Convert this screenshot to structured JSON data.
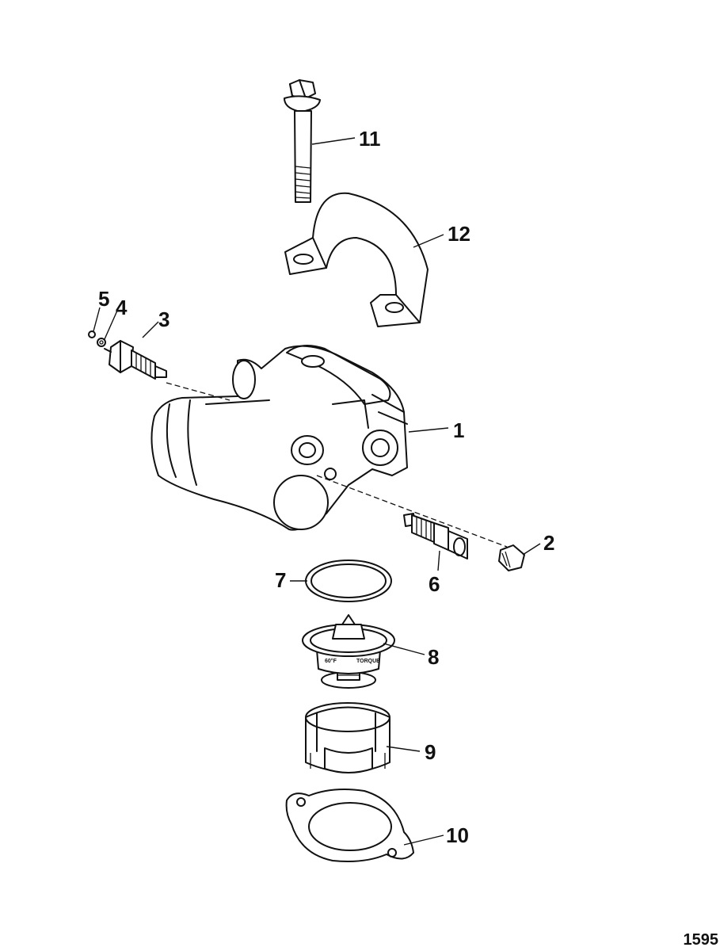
{
  "callouts": {
    "c1": "1",
    "c2": "2",
    "c3": "3",
    "c4": "4",
    "c5": "5",
    "c6": "6",
    "c7": "7",
    "c8": "8",
    "c9": "9",
    "c10": "10",
    "c11": "11",
    "c12": "12"
  },
  "thermostat_stamps": {
    "left": "60°F",
    "right": "TORQUE"
  },
  "figure_id": "1595"
}
